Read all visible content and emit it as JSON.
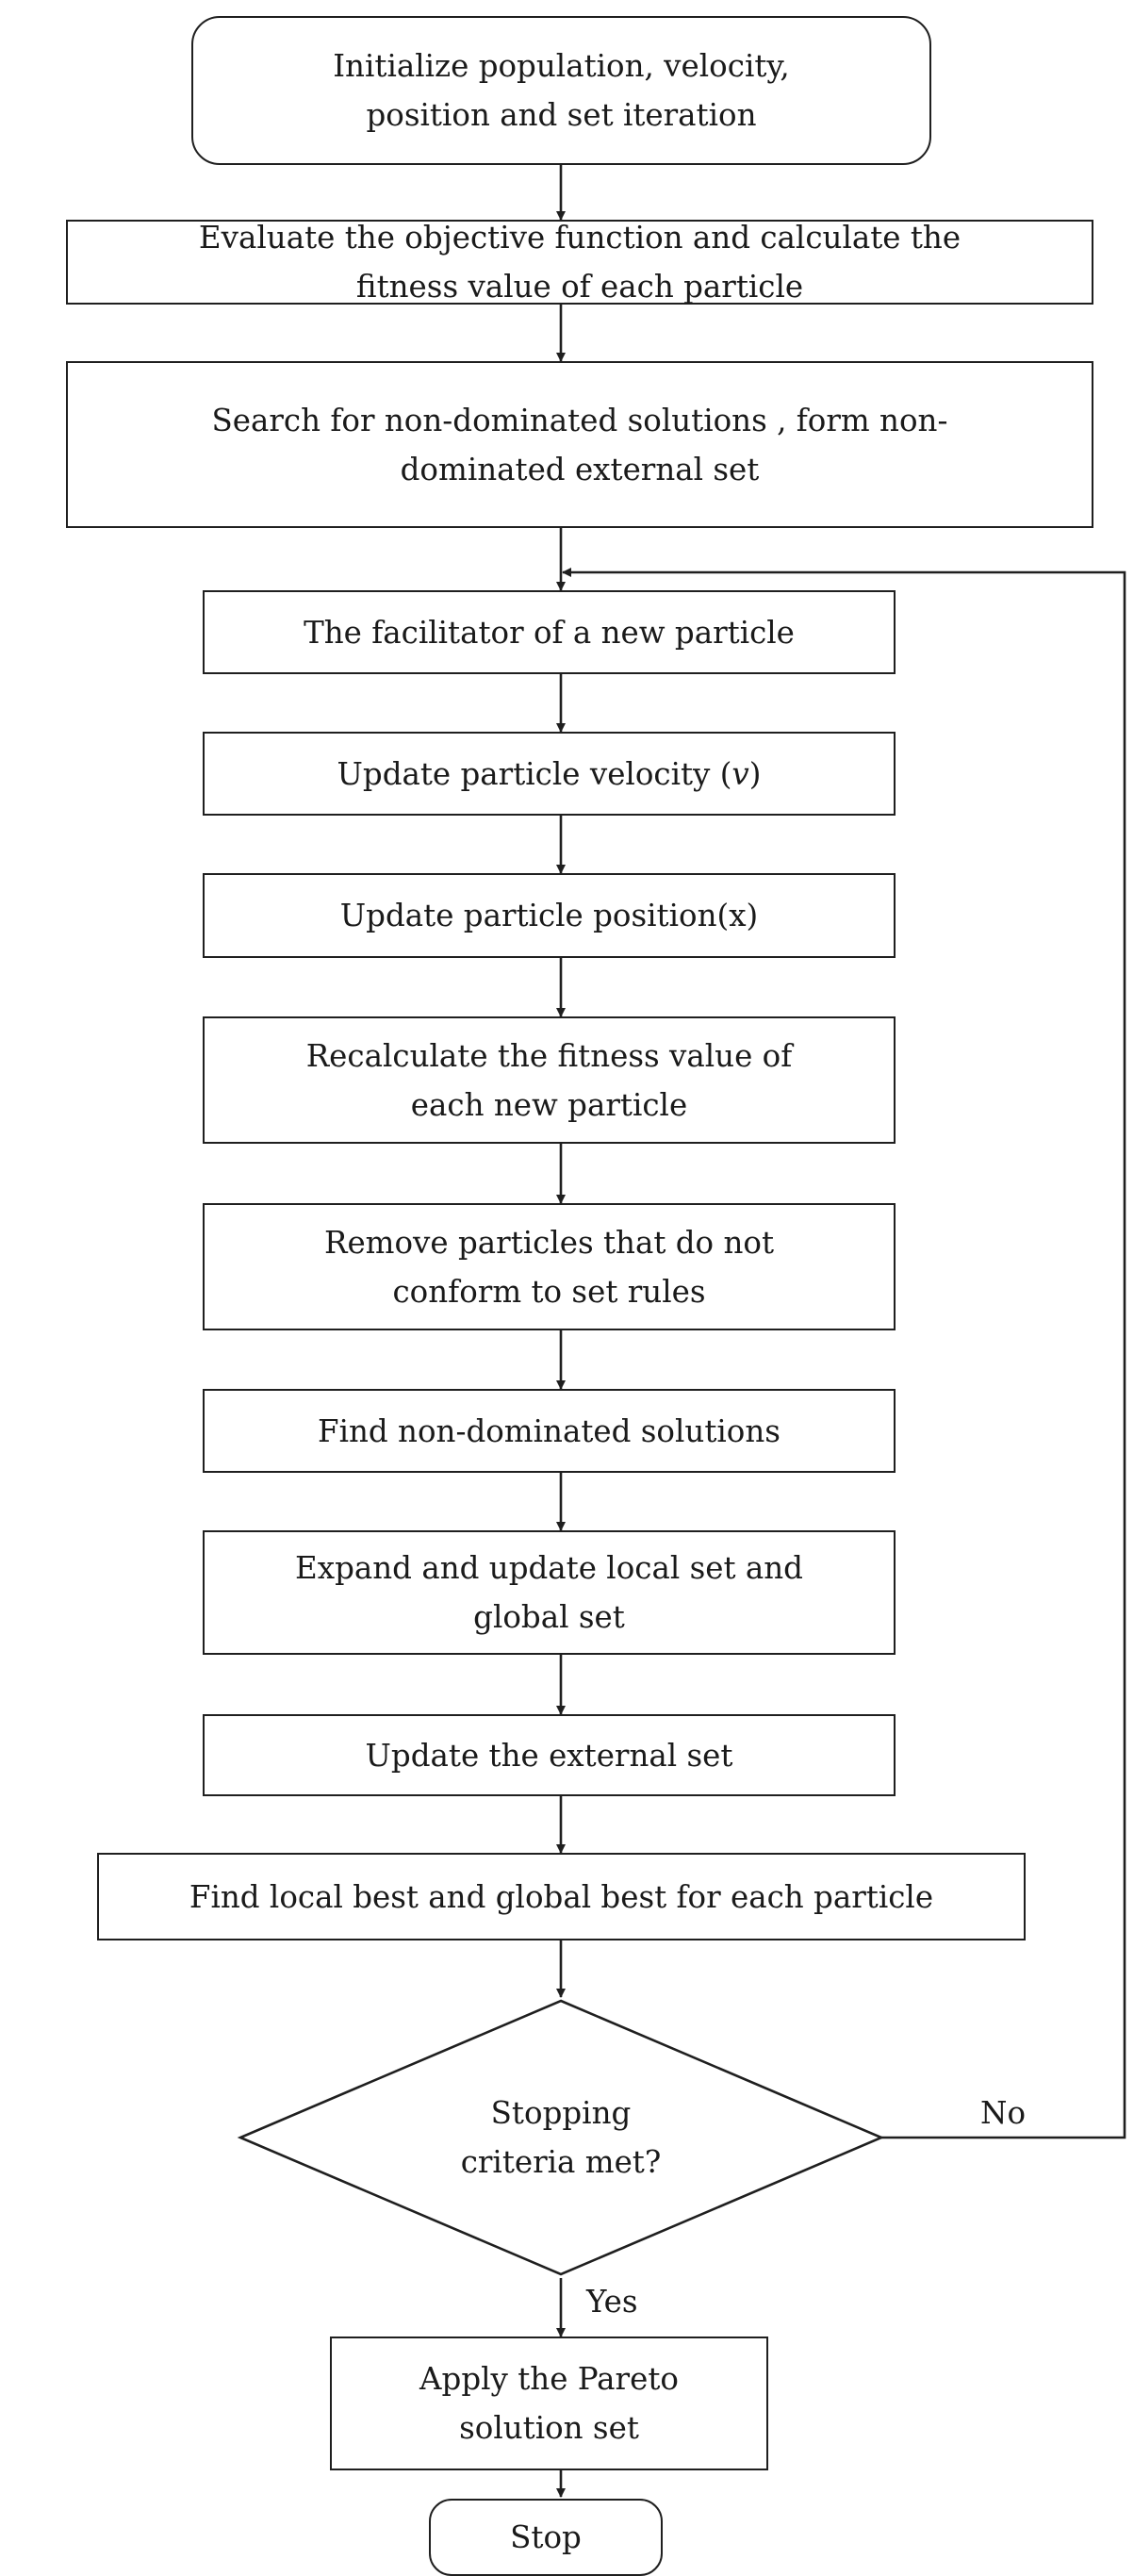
{
  "steps": {
    "init": "Initialize population, velocity,\nposition and set iteration",
    "evaluate": "Evaluate the objective function and calculate the\nfitness value of each particle",
    "search": "Search for non-dominated  solutions , form non-\ndominated external set",
    "facilitator": "The facilitator of a new particle",
    "velocity_prefix": "Update particle velocity (",
    "velocity_var": "v",
    "velocity_suffix": ")",
    "position": "Update particle position(x)",
    "recalculate": "Recalculate the fitness value of\neach new particle",
    "remove": "Remove particles that do not\nconform to set rules",
    "find_nd": "Find non-dominated solutions",
    "expand": "Expand and update local set and\nglobal  set",
    "update_external": "Update the external set",
    "find_best": "Find local best and global best for each particle",
    "decision": "Stopping\ncriteria met?",
    "apply": "Apply the Pareto\nsolution set",
    "stop": "Stop"
  },
  "labels": {
    "no": "No",
    "yes": "Yes"
  }
}
